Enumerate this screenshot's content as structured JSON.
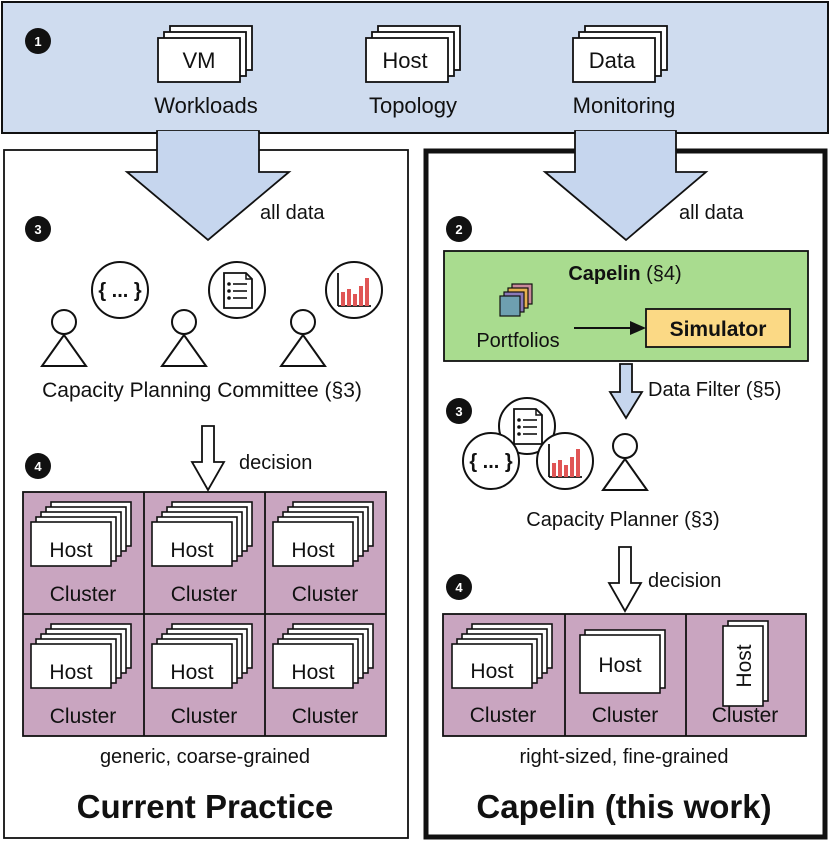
{
  "colors": {
    "top_band": "#cfdcef",
    "arrow_fill": "#c6d6ee",
    "cluster_fill": "#c9a5c0",
    "capelin_box": "#a9dc8f",
    "simulator": "#fbd985",
    "bar_red": "#e05555"
  },
  "steps": {
    "one": "1",
    "two": "2",
    "three": "3",
    "four": "4"
  },
  "inputs": [
    {
      "card": "VM",
      "label": "Workloads"
    },
    {
      "card": "Host",
      "label": "Topology"
    },
    {
      "card": "Data",
      "label": "Monitoring"
    }
  ],
  "left": {
    "arrow_label": "all data",
    "committee_label": "Capacity Planning Committee (§3)",
    "json_icon": "{ ... }",
    "decision_label": "decision",
    "host_label": "Host",
    "cluster_label": "Cluster",
    "caption": "generic, coarse-grained",
    "title": "Current Practice"
  },
  "right": {
    "arrow_label": "all data",
    "capelin_name": "Capelin",
    "capelin_ref": " (§4)",
    "portfolios_label": "Portfolios",
    "simulator_label": "Simulator",
    "filter_label": "Data Filter (§5)",
    "planner_label": "Capacity Planner (§3)",
    "json_icon": "{ ... }",
    "decision_label": "decision",
    "host_label": "Host",
    "cluster_label": "Cluster",
    "caption": "right-sized, fine-grained",
    "title": "Capelin (this work)"
  },
  "icons": [
    "person-icon",
    "document-icon",
    "bar-chart-icon",
    "json-icon",
    "stack-icon",
    "down-arrow-icon"
  ]
}
